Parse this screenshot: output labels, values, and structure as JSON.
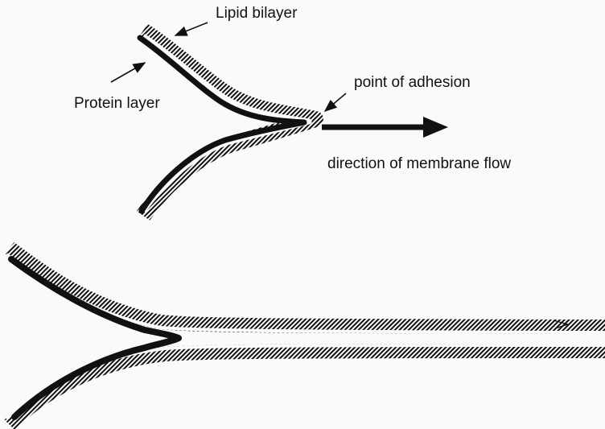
{
  "labels": {
    "lipid_bilayer": "Lipid bilayer",
    "protein_layer": "Protein layer",
    "point_of_adhesion": "point of adhesion",
    "direction_of_flow": "direction of membrane flow"
  },
  "colors": {
    "ink": "#111111",
    "background": "#fafafa"
  }
}
